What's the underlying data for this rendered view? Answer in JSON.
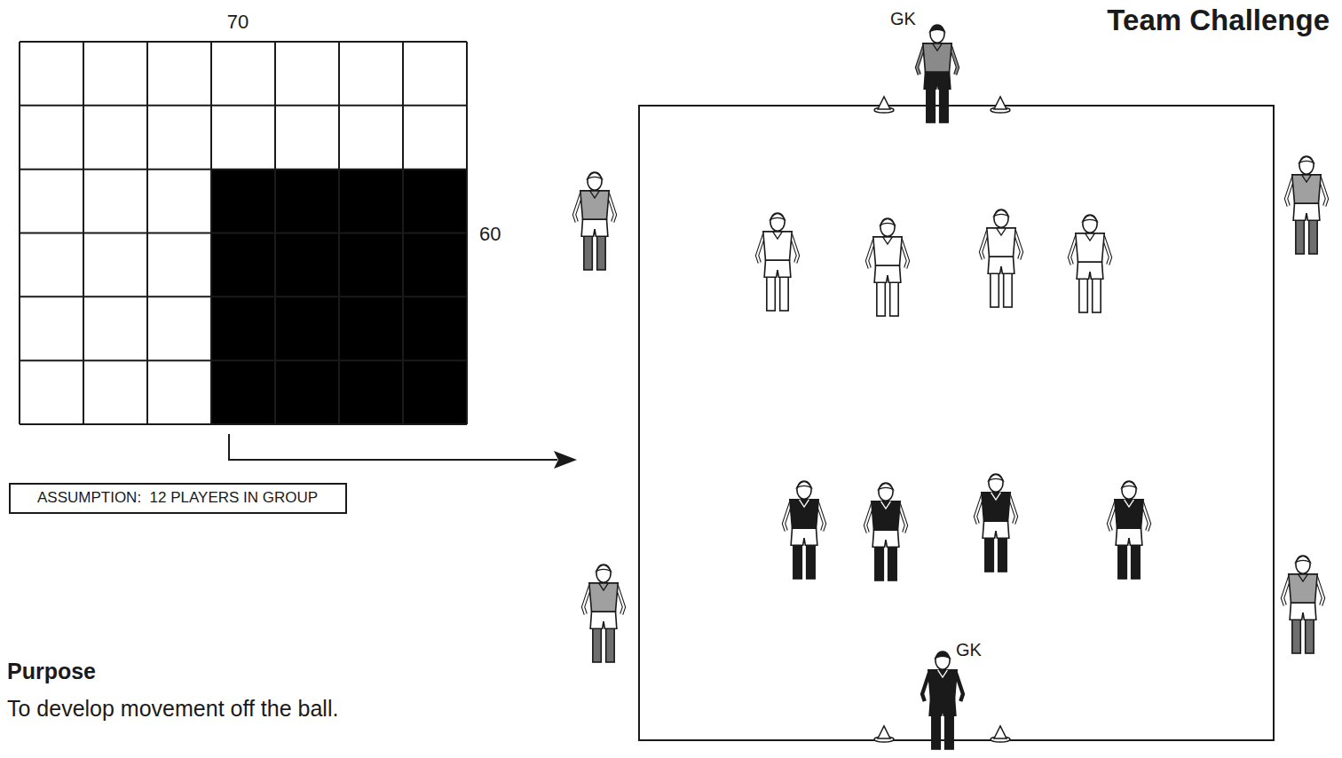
{
  "diagram": {
    "title": "Team Challenge",
    "nodes": [
      {
        "text": [
          "ASSUMPTION:  12 PLAYERS IN GROUP"
        ]
      }
    ],
    "labels": [
      "70",
      "60",
      "GK",
      "GK",
      "Purpose",
      "To develop movement off the ball."
    ]
  }
}
